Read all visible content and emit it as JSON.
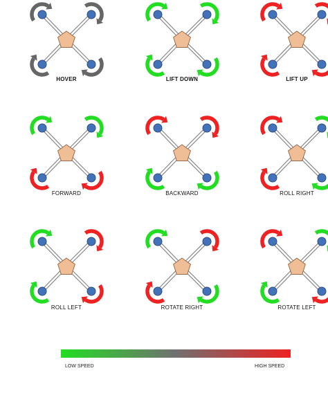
{
  "colors": {
    "slow": "#22dd22",
    "fast": "#ee2222",
    "neutral": "#666666",
    "body": "#f0be96",
    "body_stroke": "#9a6a4a",
    "motor": "#4472b8",
    "gradient_mid": "#707070"
  },
  "maneuvers": [
    {
      "label": "HOVER",
      "bold": true,
      "rotors": {
        "tl": "neutral",
        "tr": "neutral",
        "bl": "neutral",
        "br": "neutral"
      }
    },
    {
      "label": "LIFT DOWN",
      "bold": true,
      "rotors": {
        "tl": "slow",
        "tr": "slow",
        "bl": "slow",
        "br": "slow"
      }
    },
    {
      "label": "LIFT UP",
      "bold": true,
      "rotors": {
        "tl": "fast",
        "tr": "fast",
        "bl": "fast",
        "br": "fast"
      }
    },
    {
      "label": "FORWARD",
      "bold": false,
      "rotors": {
        "tl": "slow",
        "tr": "slow",
        "bl": "fast",
        "br": "fast"
      }
    },
    {
      "label": "BACKWARD",
      "bold": false,
      "rotors": {
        "tl": "fast",
        "tr": "fast",
        "bl": "slow",
        "br": "slow"
      }
    },
    {
      "label": "ROLL RIGHT",
      "bold": false,
      "rotors": {
        "tl": "fast",
        "tr": "slow",
        "bl": "fast",
        "br": "slow"
      }
    },
    {
      "label": "ROLL LEFT",
      "bold": false,
      "rotors": {
        "tl": "slow",
        "tr": "fast",
        "bl": "slow",
        "br": "fast"
      }
    },
    {
      "label": "ROTATE RIGHT",
      "bold": false,
      "rotors": {
        "tl": "slow",
        "tr": "fast",
        "bl": "fast",
        "br": "slow"
      }
    },
    {
      "label": "ROTATE LEFT",
      "bold": false,
      "rotors": {
        "tl": "fast",
        "tr": "slow",
        "bl": "slow",
        "br": "fast"
      }
    }
  ],
  "legend": {
    "low_label": "LOW SPEED",
    "high_label": "HIGH SPEED"
  }
}
